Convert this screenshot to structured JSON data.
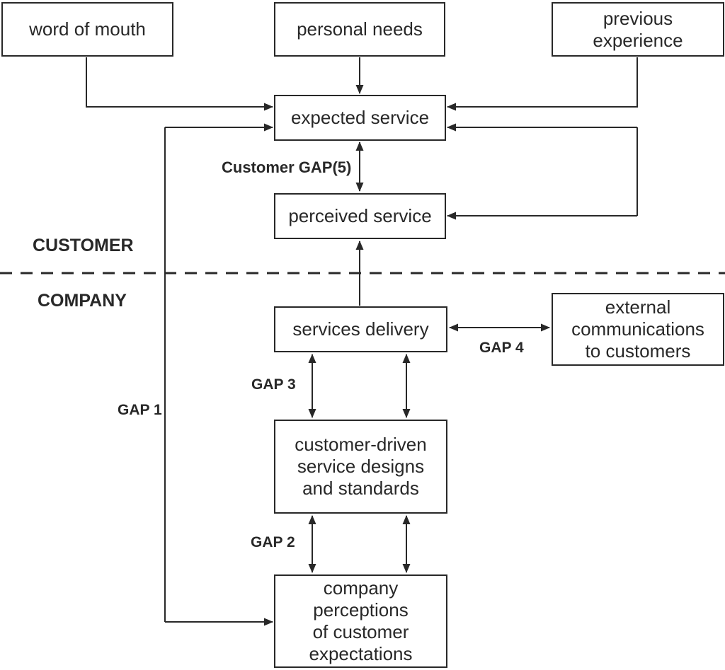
{
  "boxes": {
    "word_of_mouth": "word of mouth",
    "personal_needs": "personal needs",
    "previous_experience": "previous\nexperience",
    "expected_service": "expected service",
    "perceived_service": "perceived service",
    "services_delivery": "services delivery",
    "external_communications": "external\ncommunications\nto customers",
    "customer_driven": "customer-driven\nservice designs\nand standards",
    "company_perceptions": "company\nperceptions\nof customer\nexpectations"
  },
  "zones": {
    "customer": "CUSTOMER",
    "company": "COMPANY"
  },
  "gaps": {
    "customer_gap5": "Customer GAP(5)",
    "gap1": "GAP 1",
    "gap2": "GAP 2",
    "gap3": "GAP 3",
    "gap4": "GAP 4"
  },
  "colors": {
    "line": "#282828",
    "background": "#ffffff"
  }
}
